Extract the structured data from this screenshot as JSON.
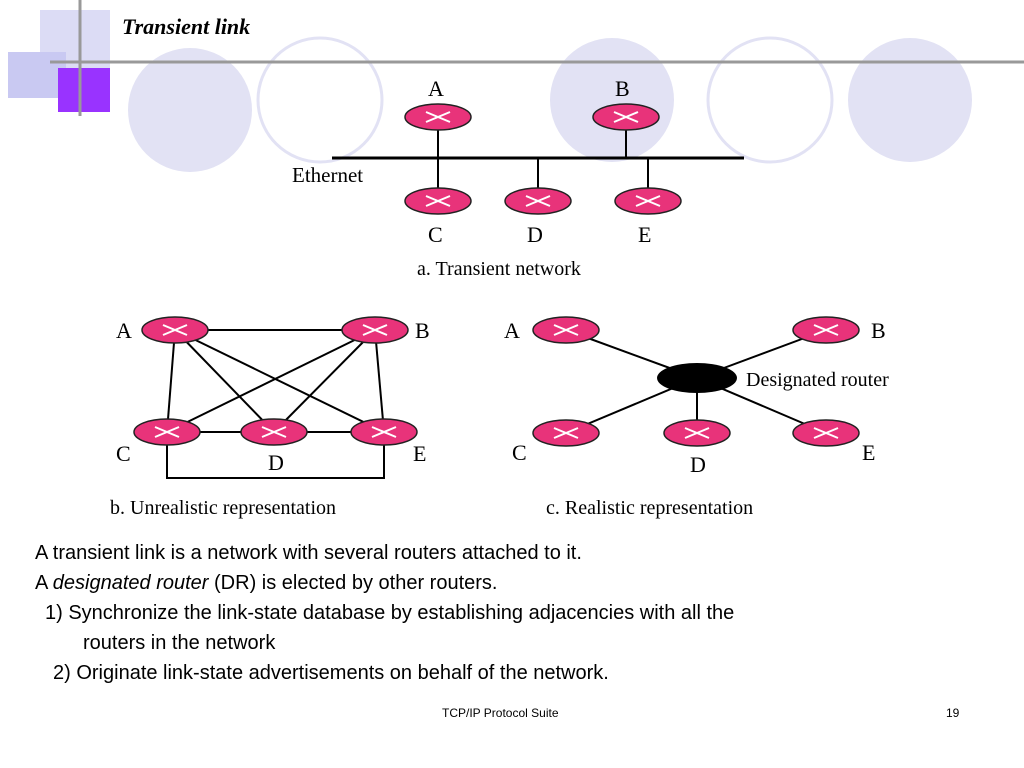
{
  "slide": {
    "title": "Transient link",
    "footer_center": "TCP/IP Protocol Suite",
    "page_number": "19"
  },
  "diagram": {
    "part_a": {
      "caption": "a. Transient network",
      "network_label": "Ethernet",
      "routers": [
        "A",
        "B",
        "C",
        "D",
        "E"
      ]
    },
    "part_b": {
      "caption": "b. Unrealistic representation",
      "routers": [
        "A",
        "B",
        "C",
        "D",
        "E"
      ]
    },
    "part_c": {
      "caption": "c. Realistic representation",
      "center_label": "Designated router",
      "routers": [
        "A",
        "B",
        "C",
        "D",
        "E"
      ]
    },
    "router_color": "#e8337a",
    "dr_color": "#000000"
  },
  "body": {
    "line1": "A transient link is a network with several routers attached to it.",
    "line2_prefix": "A ",
    "line2_em": "designated router",
    "line2_suffix": " (DR) is elected by other routers.",
    "line3": "1) Synchronize the link-state database by establishing adjacencies with all the",
    "line4": "routers in the network",
    "line5": "2) Originate link-state advertisements on behalf of the network."
  },
  "theme": {
    "accent_purple": "#9933ff",
    "accent_lavender": "#ccccff",
    "line_gray": "#999999"
  }
}
